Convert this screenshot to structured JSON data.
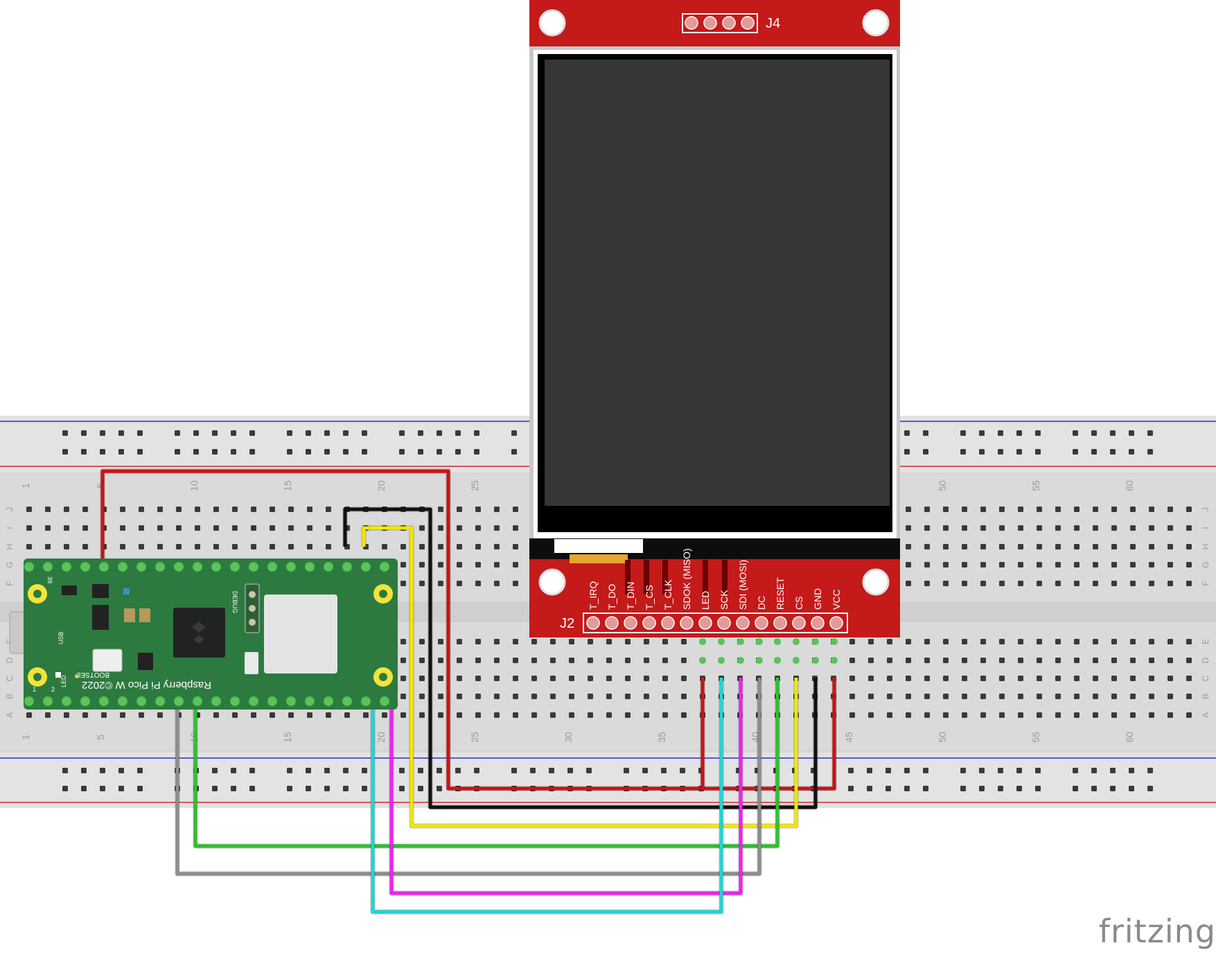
{
  "watermark": "fritzing",
  "breadboard": {
    "row_labels": [
      "J",
      "I",
      "H",
      "G",
      "F",
      "E",
      "D",
      "C",
      "B",
      "A"
    ],
    "column_numbers": [
      "1",
      "5",
      "10",
      "15",
      "20",
      "25",
      "30",
      "35",
      "40",
      "45",
      "50",
      "55",
      "60"
    ]
  },
  "pico": {
    "name": "Raspberry Pi Pico W ©2022",
    "bootsel": "BOOTSEL",
    "usb": "USB",
    "led": "LED",
    "debug": "DEBUG",
    "pin_top_left": "39",
    "pin_bottom_left_1": "1",
    "pin_bottom_left_2": "2"
  },
  "display": {
    "top_header": "J4",
    "bottom_header": "J2",
    "pins": [
      "T_IRQ",
      "T_DO",
      "T_DIN",
      "T_CS",
      "T_CLK",
      "SDOK (MISO)",
      "LED",
      "SCK",
      "SDI (MOSI)",
      "DC",
      "RESET",
      "CS",
      "GND",
      "VCC"
    ]
  },
  "wires": [
    {
      "name": "wire-red-vcc",
      "color": "#c81414"
    },
    {
      "name": "wire-black-gnd",
      "color": "#111111"
    },
    {
      "name": "wire-yellow-cs",
      "color": "#f2e600"
    },
    {
      "name": "wire-green-reset",
      "color": "#2fbf2f"
    },
    {
      "name": "wire-gray-dc",
      "color": "#8c8c8c"
    },
    {
      "name": "wire-magenta-mosi",
      "color": "#ee22ee"
    },
    {
      "name": "wire-cyan-sck",
      "color": "#22d4d4"
    },
    {
      "name": "wire-red-led",
      "color": "#c81414"
    }
  ]
}
